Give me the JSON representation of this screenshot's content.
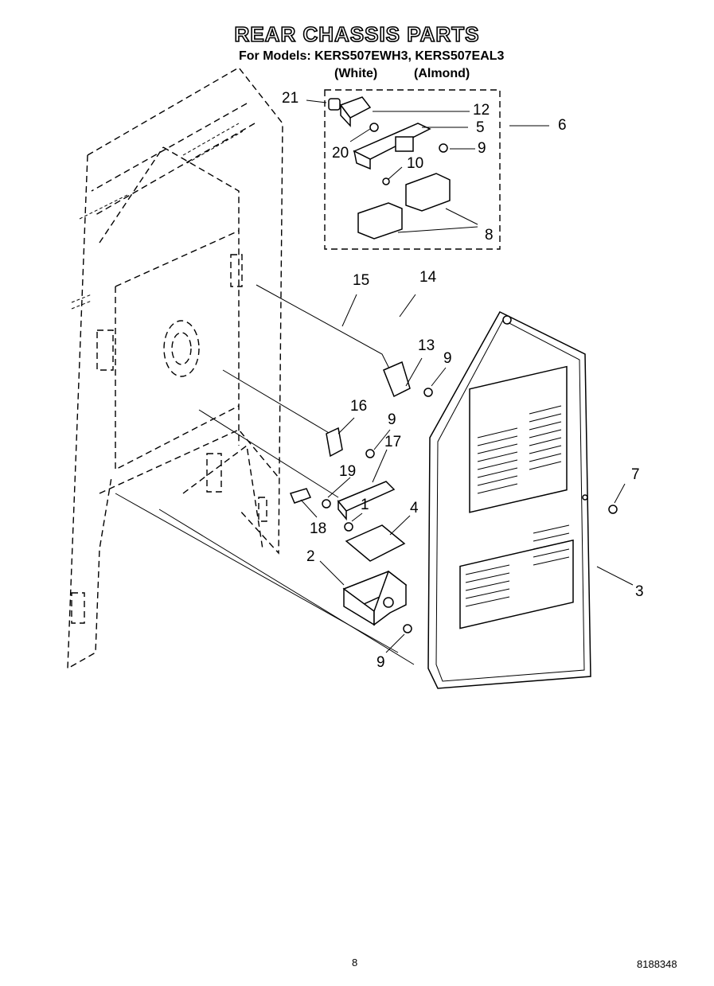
{
  "header": {
    "title": "REAR CHASSIS PARTS",
    "subtitle": "For Models: KERS507EWH3, KERS507EAL3",
    "variant_white": "(White)",
    "variant_almond": "(Almond)"
  },
  "callouts": {
    "c21": "21",
    "c12": "12",
    "c5": "5",
    "c6": "6",
    "c20": "20",
    "c9a": "9",
    "c10": "10",
    "c8": "8",
    "c15": "15",
    "c14": "14",
    "c13": "13",
    "c9b": "9",
    "c16": "16",
    "c9c": "9",
    "c17": "17",
    "c19": "19",
    "c7": "7",
    "c1": "1",
    "c18": "18",
    "c4": "4",
    "c2": "2",
    "c3": "3",
    "c9d": "9"
  },
  "footer": {
    "page_number": "8",
    "document_number": "8188348"
  }
}
